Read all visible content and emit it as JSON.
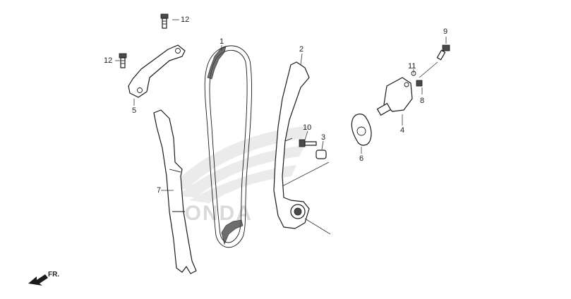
{
  "diagram": {
    "callouts": {
      "c1": "1",
      "c2": "2",
      "c3": "3",
      "c4": "4",
      "c5": "5",
      "c6": "6",
      "c7": "7",
      "c8": "8",
      "c9": "9",
      "c10": "10",
      "c11": "11",
      "c12a": "12",
      "c12b": "12"
    },
    "watermark": "HONDA",
    "direction_label": "FR."
  }
}
